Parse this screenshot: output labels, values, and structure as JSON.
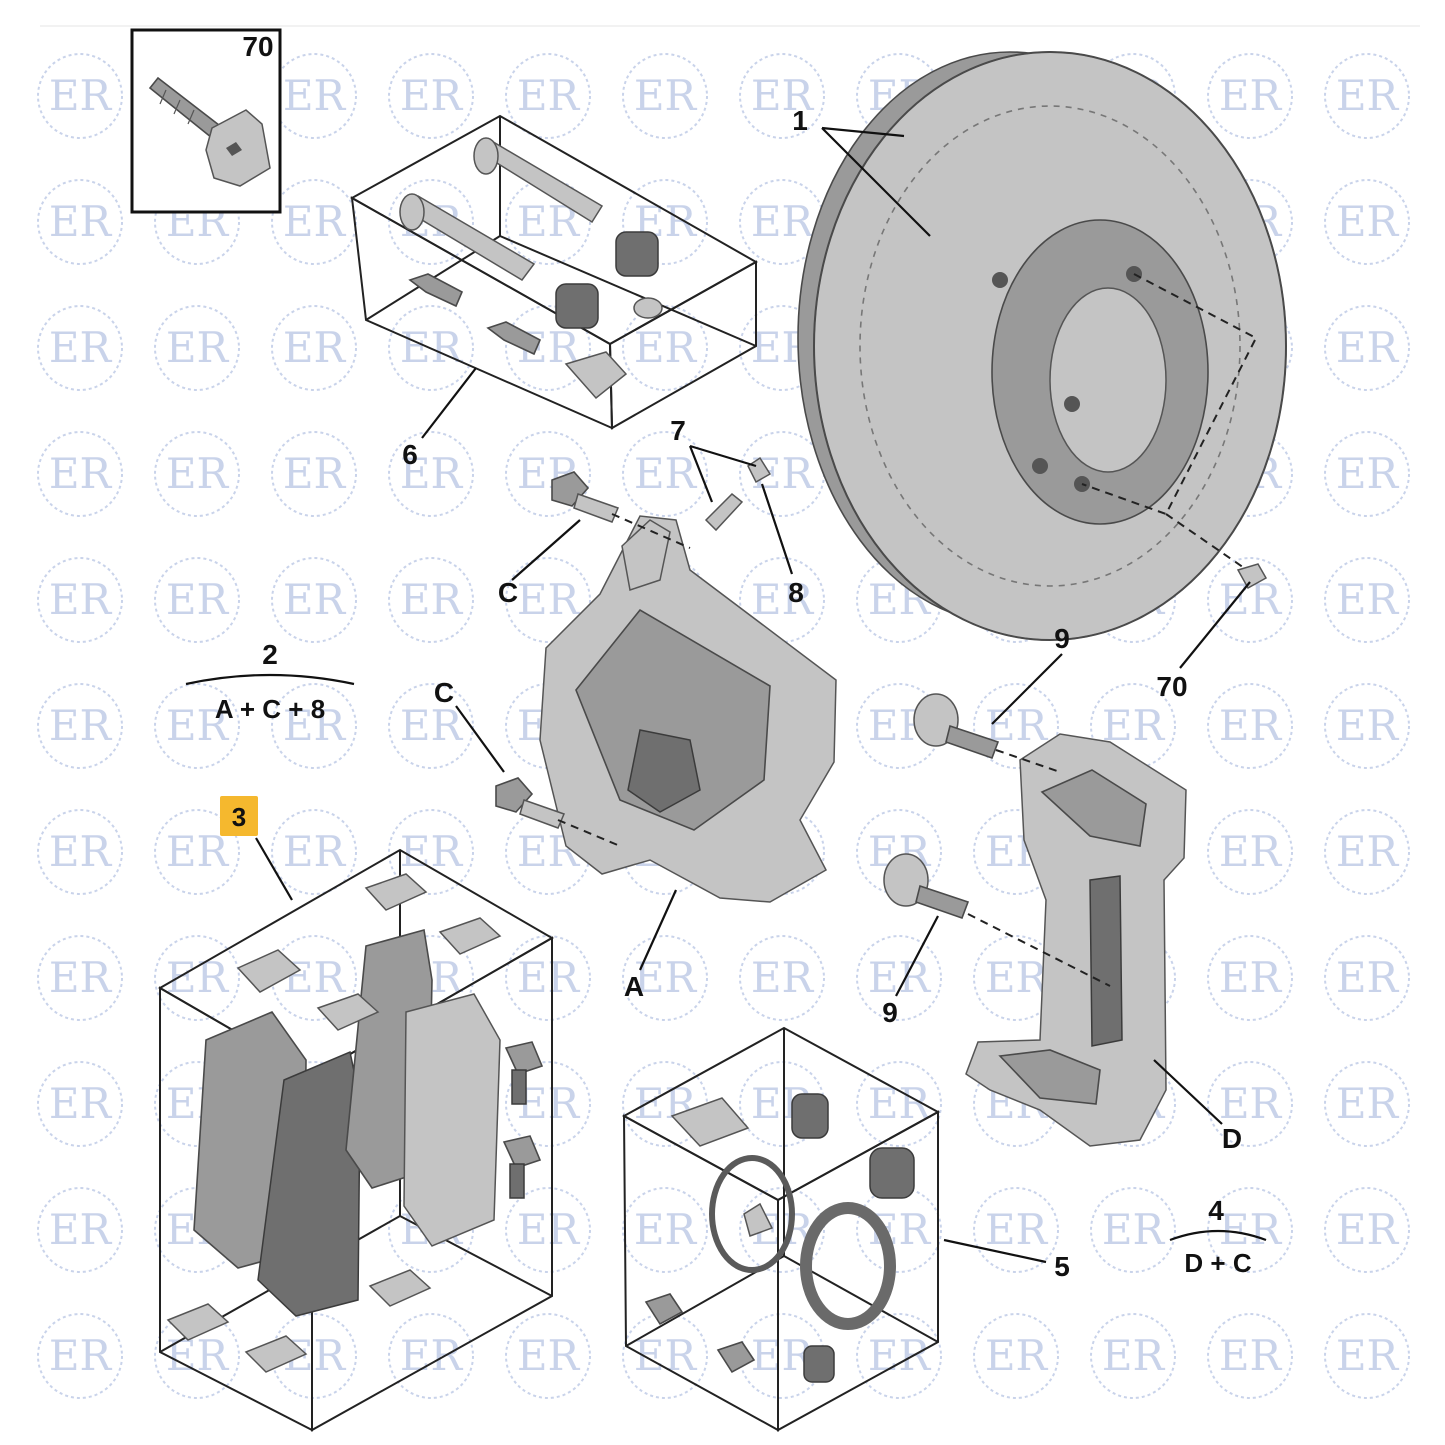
{
  "watermark": {
    "text": "ER",
    "color": "#c9d3ea"
  },
  "highlight_color": "#f5b82e",
  "labels": {
    "l70_box": "70",
    "l1": "1",
    "l6": "6",
    "l7": "7",
    "l8": "8",
    "lC_top": "C",
    "lC_mid": "C",
    "l2": "2",
    "l2_formula": "A + C + 8",
    "l3": "3",
    "lA": "A",
    "l9_top": "9",
    "l9_bottom": "9",
    "l70": "70",
    "lD": "D",
    "l5": "5",
    "l4": "4",
    "l4_formula": "D + C"
  }
}
